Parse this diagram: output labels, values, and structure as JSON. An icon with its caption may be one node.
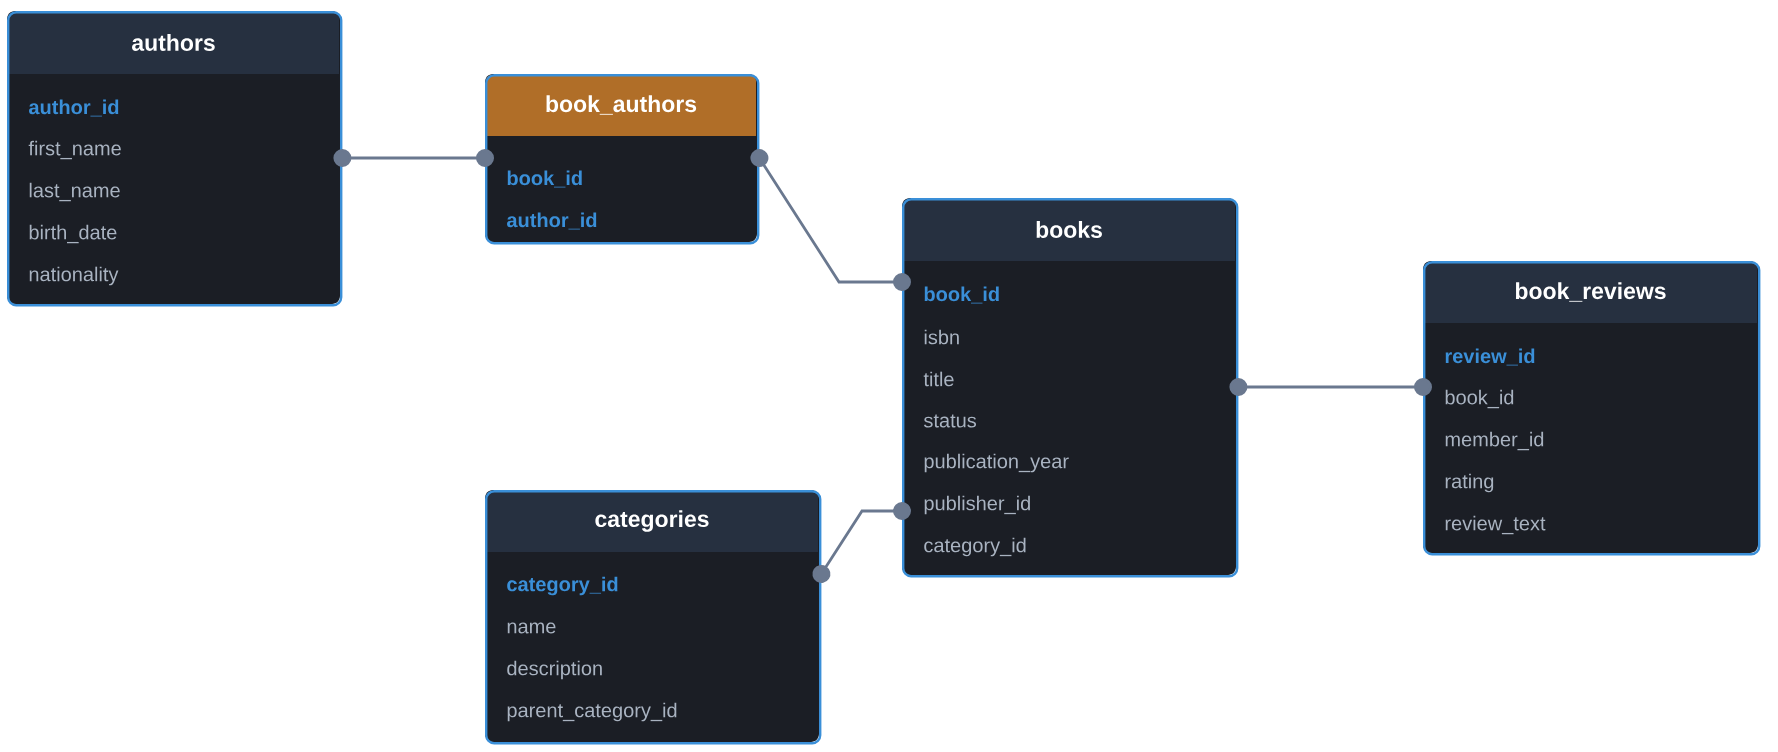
{
  "diagram": {
    "nodes": [
      {
        "text": [
          "authors",
          "author_id",
          "first_name",
          "last_name",
          "birth_date",
          "nationality"
        ]
      },
      {
        "text": [
          "book_authors",
          "book_id",
          "author_id"
        ]
      },
      {
        "text": [
          "books",
          "book_id",
          "isbn",
          "title",
          "status",
          "publication_year",
          "publisher_id",
          "category_id"
        ]
      },
      {
        "text": [
          "book_reviews",
          "review_id",
          "book_id",
          "member_id",
          "rating",
          "review_text"
        ]
      },
      {
        "text": [
          "categories",
          "category_id",
          "name",
          "description",
          "parent_category_id"
        ]
      }
    ],
    "edges": [
      {
        "from": 0,
        "to": 1,
        "arrow": "other"
      },
      {
        "from": 1,
        "to": 2,
        "arrow": "other"
      },
      {
        "from": 4,
        "to": 2,
        "arrow": "other"
      },
      {
        "from": 2,
        "to": 3,
        "arrow": "other"
      }
    ]
  }
}
